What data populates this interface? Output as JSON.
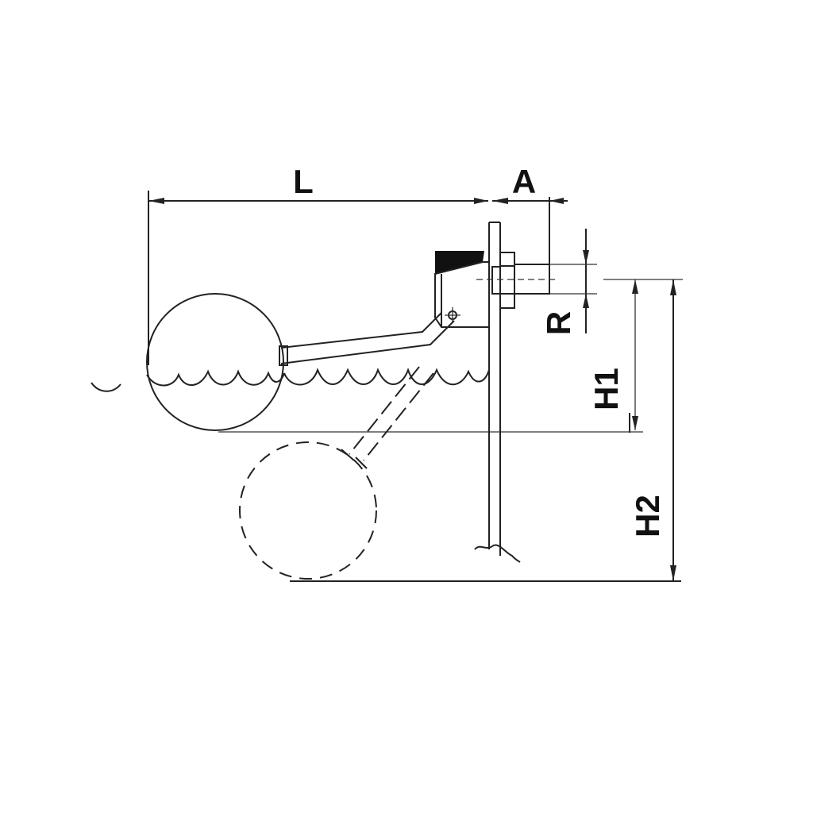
{
  "diagram": {
    "labels": {
      "L": "L",
      "A": "A",
      "R": "R",
      "H1": "H1",
      "H2": "H2"
    },
    "colors": {
      "line": "#222222",
      "fill_dark": "#111111",
      "background": "#ffffff"
    }
  }
}
